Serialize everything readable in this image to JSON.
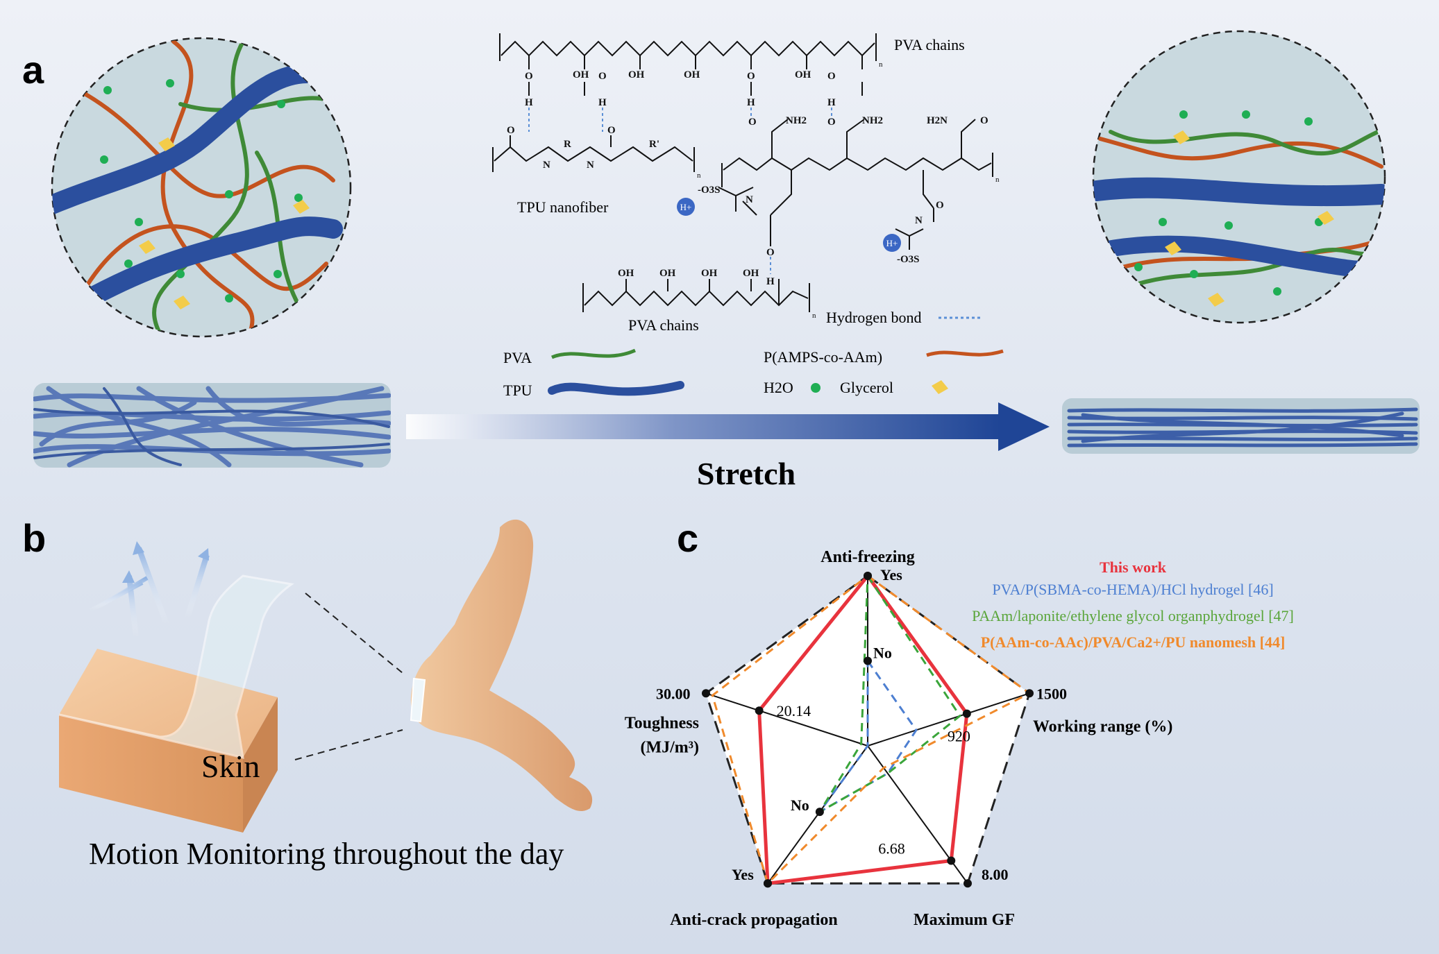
{
  "panel_labels": {
    "a": "a",
    "b": "b",
    "c": "c"
  },
  "panel_a": {
    "pva_chains_top": "PVA chains",
    "pva_chains_bottom": "PVA chains",
    "tpu_nanofiber": "TPU nanofiber",
    "hydrogen_bond": "Hydrogen bond",
    "stretch": "Stretch",
    "groups": {
      "oh": "OH",
      "o": "O",
      "h": "H",
      "n": "N",
      "r": "R",
      "r_prime": "R'",
      "nh2": "NH2",
      "h2n": "H2N",
      "o3s": "-O3S",
      "hplus": "H+",
      "subscript_n": "n"
    },
    "legend": {
      "pva": "PVA",
      "tpu": "TPU",
      "p_amps": "P(AMPS-co-AAm)",
      "h2o": "H2O",
      "glycerol": "Glycerol"
    },
    "colors": {
      "pva": "#3f8a37",
      "tpu": "#2b4f9e",
      "p_amps": "#c4531e",
      "water": "#1fae54",
      "glycerol": "#f3cc4a",
      "hbond": "#5b8fd6",
      "circle_fill": "#c9d9df"
    }
  },
  "panel_b": {
    "skin": "Skin",
    "caption": "Motion Monitoring throughout the day"
  },
  "chart_data": {
    "type": "radar",
    "axes": [
      {
        "name": "Anti-freezing",
        "max_label": "Yes",
        "this_work_label": "",
        "min_label": "No"
      },
      {
        "name": "Working range (%)",
        "max_label": "1500",
        "this_work_label": "920",
        "min_label": ""
      },
      {
        "name": "Maximum GF",
        "max_label": "8.00",
        "this_work_label": "6.68",
        "min_label": ""
      },
      {
        "name": "Anti-crack propagation",
        "max_label": "Yes",
        "this_work_label": "",
        "min_label": "No"
      },
      {
        "name": "Toughness (MJ/m3)",
        "max_label": "30.00",
        "this_work_label": "20.14",
        "min_label": ""
      }
    ],
    "series": [
      {
        "name": "This work",
        "color": "#e8333d",
        "style": "solid",
        "values": [
          1.0,
          0.613,
          0.835,
          1.0,
          0.671
        ]
      },
      {
        "name": "PVA/P(SBMA-co-HEMA)/HCl hydrogel [46]",
        "color": "#4d7fd1",
        "style": "dashed",
        "values": [
          0.5,
          0.3,
          0.2,
          0.48,
          0.0
        ]
      },
      {
        "name": "PAAm/laponite/ethylene glycol organphydrogel [47]",
        "color": "#3aa53a",
        "style": "dashed",
        "values": [
          1.0,
          0.57,
          0.2,
          0.48,
          0.04
        ]
      },
      {
        "name": "P(AAm-co-AAc)/PVA/Ca2+/PU nanomesh [44]",
        "color": "#f08a2c",
        "style": "dashed",
        "values": [
          1.0,
          1.0,
          0.16,
          1.0,
          0.96
        ]
      }
    ]
  }
}
